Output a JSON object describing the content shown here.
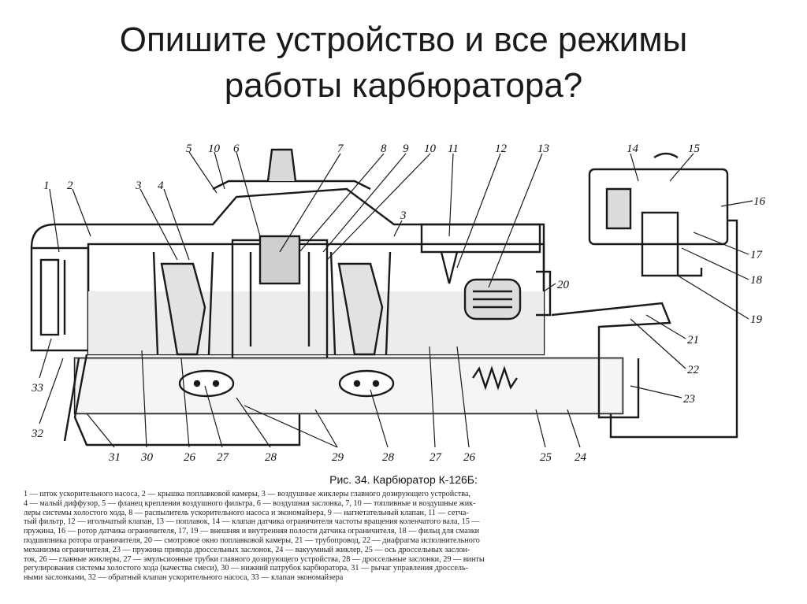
{
  "title": {
    "line1": "Опишите  устройство и все режимы",
    "line2": "работы карбюратора?"
  },
  "figure": {
    "caption": "Рис. 34. Карбюратор К-126Б:",
    "callouts": [
      "1",
      "2",
      "3",
      "4",
      "5",
      "10",
      "6",
      "7",
      "8",
      "9",
      "10",
      "3",
      "11",
      "12",
      "13",
      "14",
      "15",
      "16",
      "17",
      "18",
      "19",
      "20",
      "21",
      "22",
      "23",
      "24",
      "25",
      "26",
      "27",
      "28",
      "29",
      "28",
      "27",
      "26",
      "30",
      "31",
      "32",
      "33"
    ],
    "legend": [
      "1 — шток ускорительного насоса, 2 — крышка поплавковой камеры, 3 — воздушные жиклеры главного дозирующего устройства,",
      "4 — малый диффузор, 5 — фланец крепления воздушного фильтра, 6 — воздушная заслонка, 7, 10 — топливные и воздушные жик-",
      "леры системы холостого хода, 8 — распылитель ускорительного насоса и экономайзера, 9 — нагнетательный клапан, 11 — сетча-",
      "тый фильтр, 12 — игольчатый клапан, 13 — поплавок, 14 — клапан датчика ограничителя частоты вращения коленчатого вала, 15 —",
      "пружина, 16 — ротор датчика ограничителя, 17, 19 — внешняя и внутренняя полости датчика ограничителя, 18 — фильц для смазки",
      "подшипника ротора ограничителя, 20 — смотровое окно поплавковой камеры, 21 — трубопровод, 22 — диафрагма исполнительного",
      "механизма ограничителя, 23 — пружина привода дроссельных заслонок, 24 — вакуумный жиклер, 25 — ось дроссельных заслон-",
      "ток, 26 — главные жиклеры, 27 — эмульсионные трубки главного дозирующего устройства, 28 — дроссельные заслонки, 29 — винты",
      "регулирования системы холостого хода (качества смеси), 30 — нижний патрубок карбюратора, 31 — рычаг управления дроссель-",
      "ными заслонками, 32 — обратный клапан ускорительного насоса, 33 — клапан экономайзера"
    ]
  }
}
